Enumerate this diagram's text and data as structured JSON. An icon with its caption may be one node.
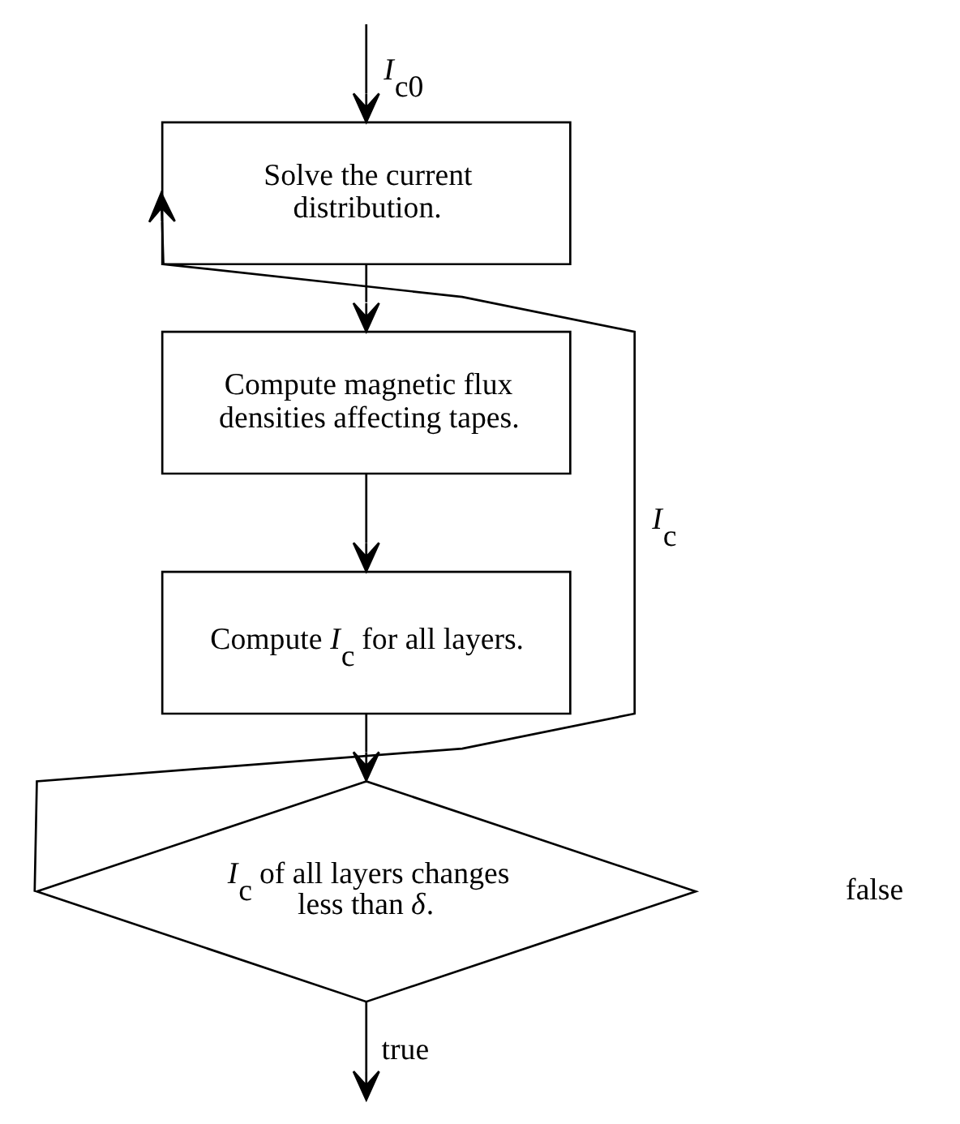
{
  "diagram": {
    "nodes": [
      {
        "text": [
          "Solve the current distribution."
        ]
      },
      {
        "text": [
          "Compute magnetic flux densities affecting tapes."
        ]
      },
      {
        "text": [
          "Compute *I*$_{c}$ for all layers."
        ]
      },
      {
        "text": [
          "*I*$_{c}$ of all layers changes less than *δ*."
        ]
      }
    ],
    "edges": [
      {
        "from": null,
        "to": 0,
        "arrow": "to",
        "label": "*I*$_{c0}$"
      },
      {
        "from": 0,
        "to": 1,
        "arrow": "to"
      },
      {
        "from": 1,
        "to": 2,
        "arrow": "to"
      },
      {
        "from": 2,
        "to": 3,
        "arrow": "to"
      },
      {
        "from": 3,
        "to": 0,
        "arrow": "to",
        "label": "*I*$_{c}$"
      },
      {
        "from": 3,
        "to": null,
        "arrow": "to",
        "label": "true"
      }
    ],
    "labels": [
      "false"
    ]
  }
}
